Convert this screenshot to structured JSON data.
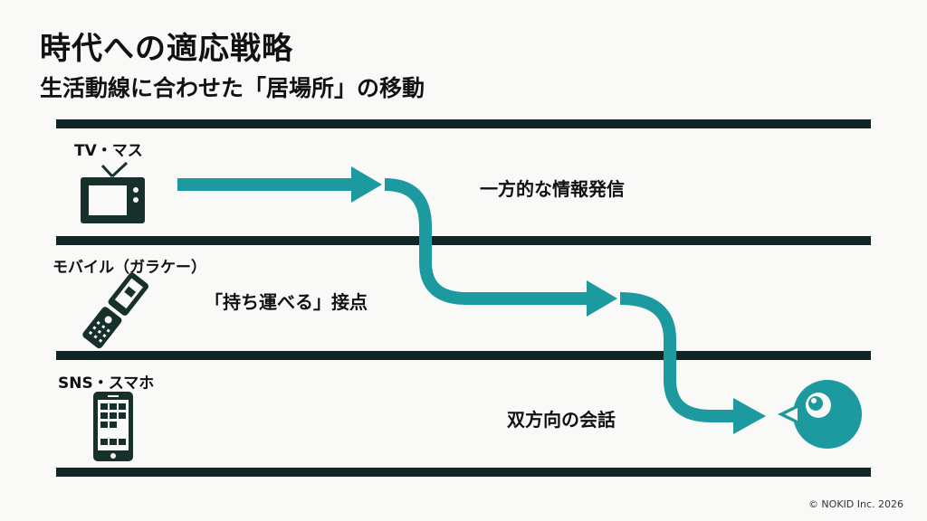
{
  "title": "時代への適応戦略",
  "subtitle": "生活動線に合わせた「居場所」の移動",
  "rows": [
    {
      "label": "TV・マス",
      "icon": "tv-icon",
      "message": "一方的な情報発信"
    },
    {
      "label": "モバイル（ガラケー）",
      "icon": "flip-phone-icon",
      "message": "「持ち運べる」接点"
    },
    {
      "label": "SNS・スマホ",
      "icon": "smartphone-icon",
      "message": "双方向の会話"
    }
  ],
  "copyright": "© NOKID Inc. 2026",
  "colors": {
    "accent": "#1c9aa0",
    "line": "#0f2624"
  }
}
